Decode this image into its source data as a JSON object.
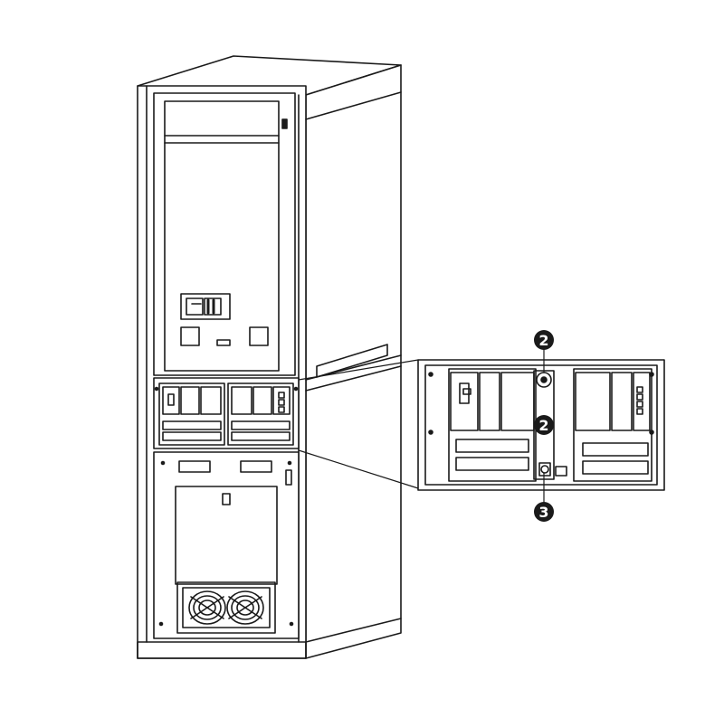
{
  "callouts": [
    {
      "id": "callout-2-top",
      "label": "2"
    },
    {
      "id": "callout-2-mid",
      "label": "2"
    },
    {
      "id": "callout-3",
      "label": "3"
    }
  ],
  "colors": {
    "line": "#1a1a1a",
    "fill": "#ffffff",
    "callout_bg": "#1a1a1a",
    "callout_text": "#ffffff"
  }
}
